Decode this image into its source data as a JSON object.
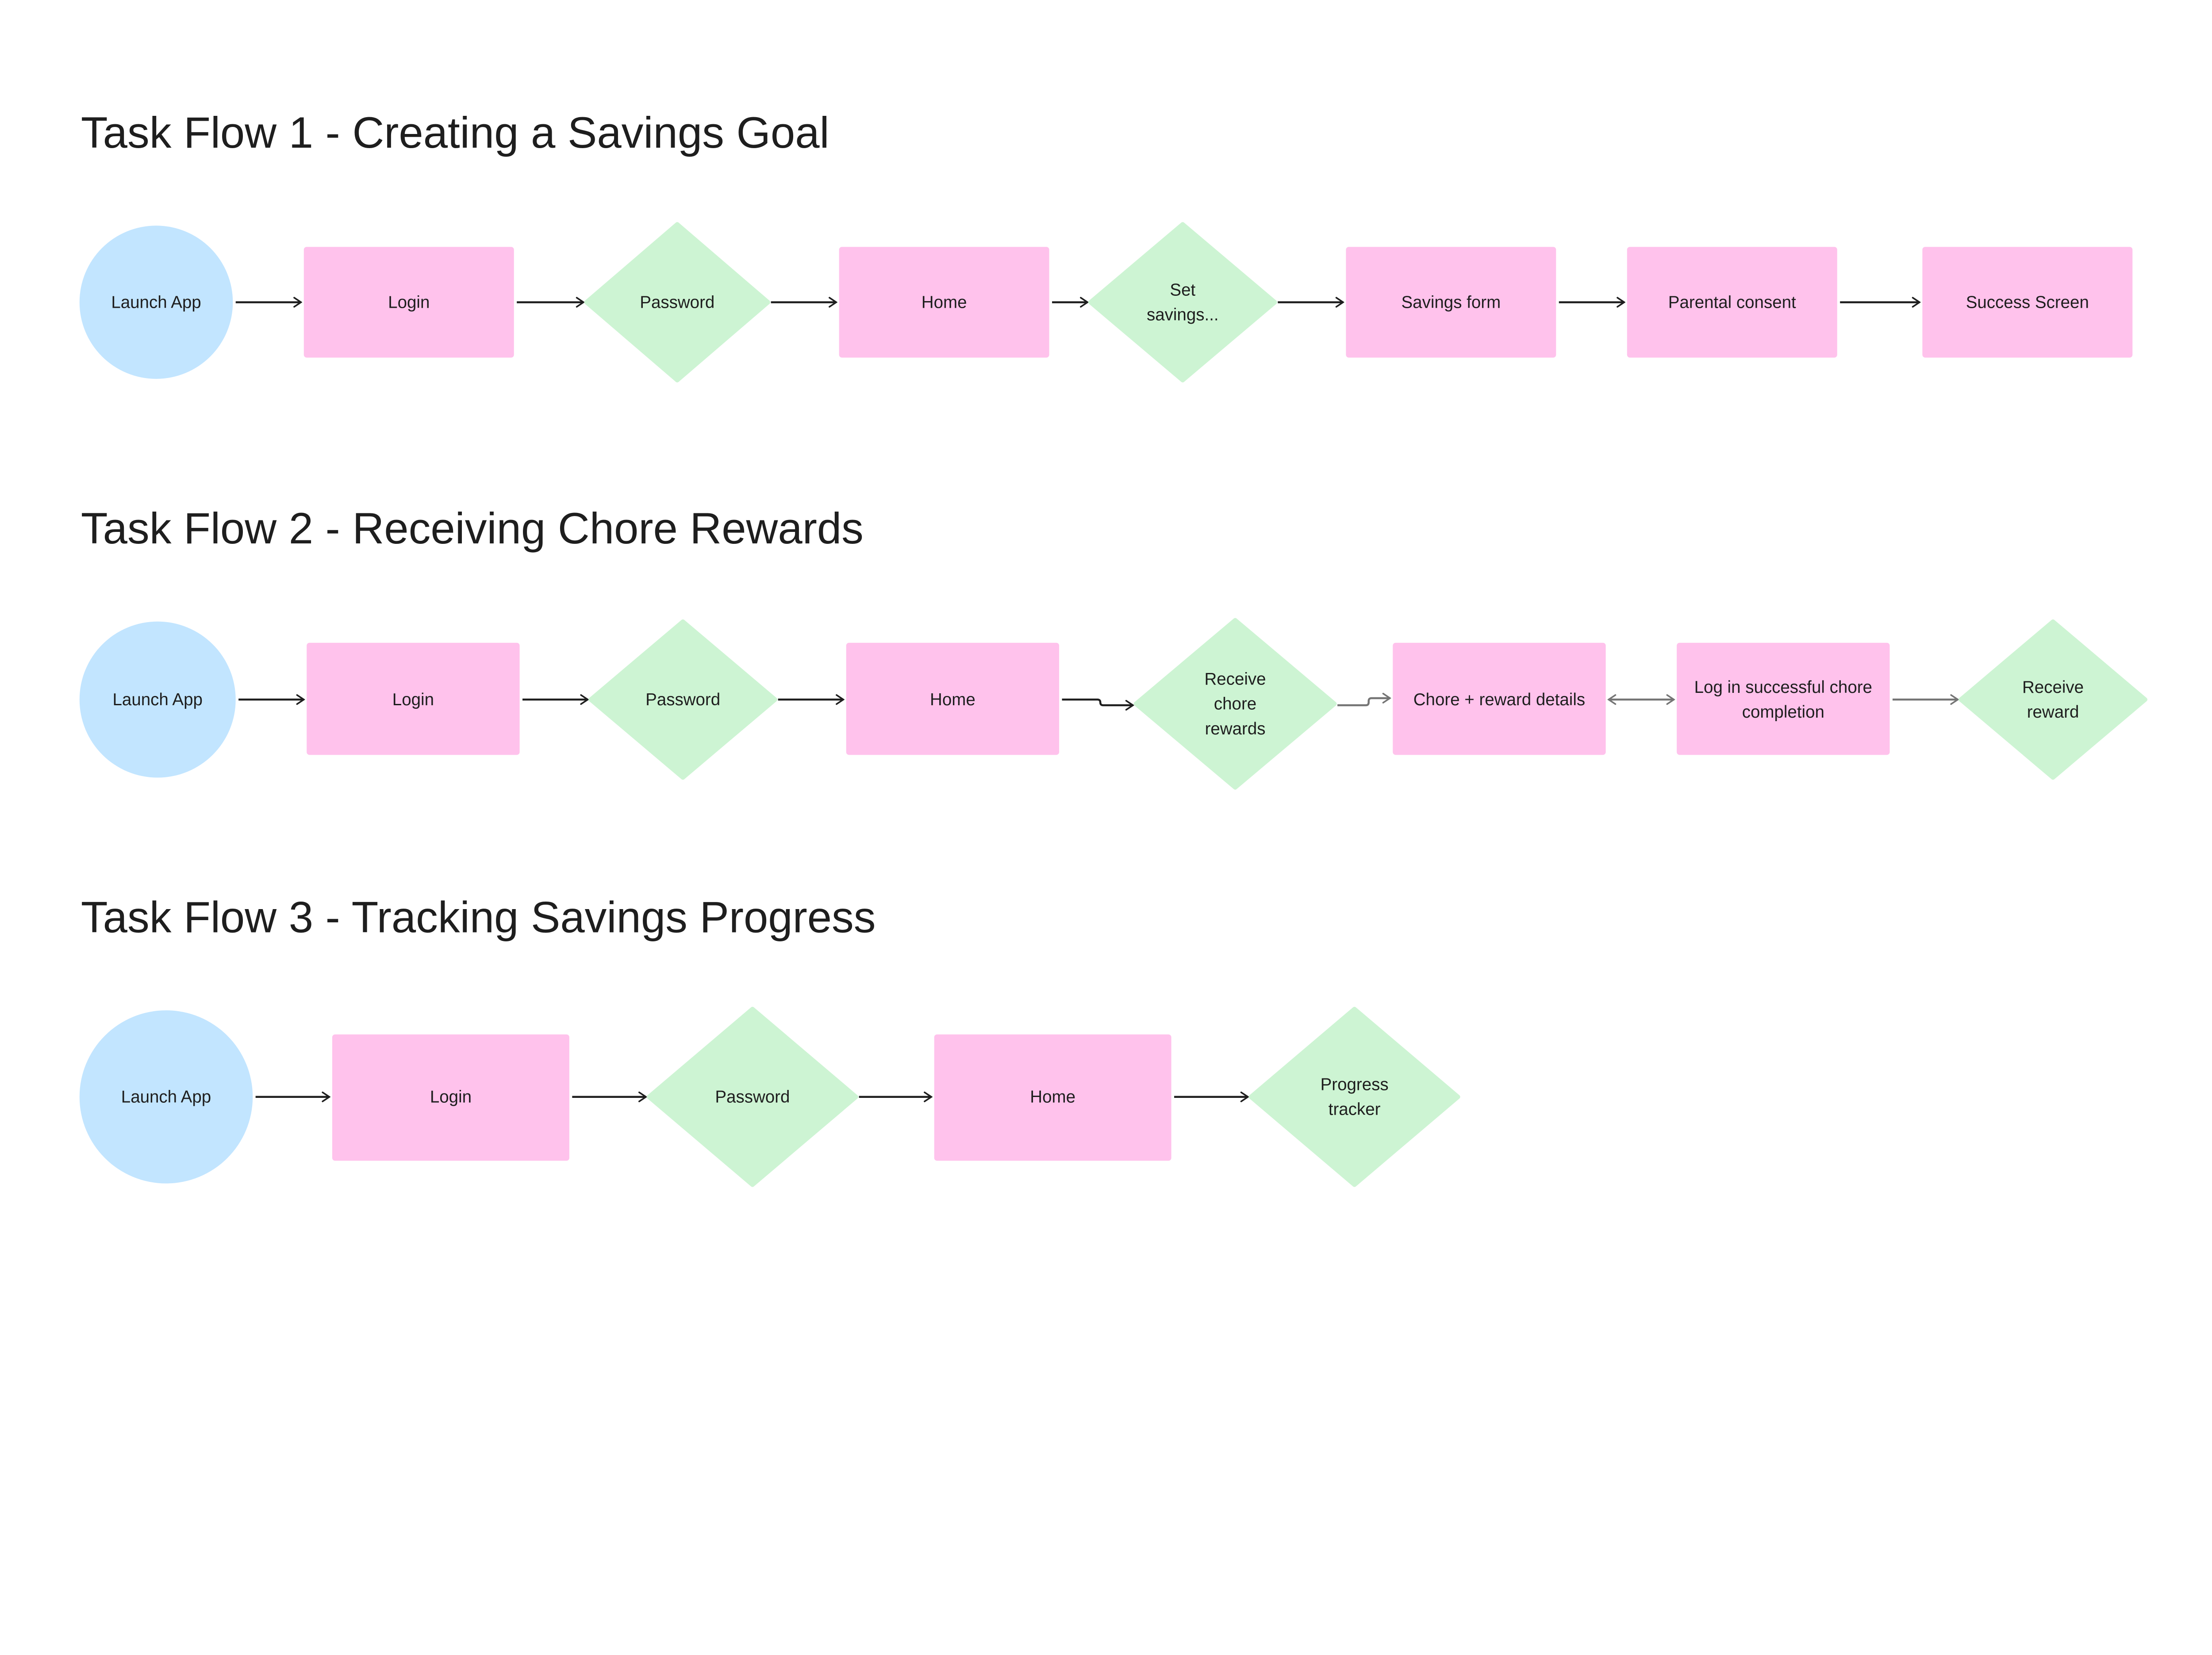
{
  "colors": {
    "start": "#C2E5FF",
    "process": "#FFC2EC",
    "decision": "#CDF4D3",
    "text": "#1E1E1E",
    "connector": "#1E1E1E",
    "connector_muted": "#757575"
  },
  "flows": [
    {
      "title": "Task Flow 1 - Creating a Savings Goal",
      "nodes": [
        {
          "shape": "circle",
          "lines": [
            "Launch App"
          ]
        },
        {
          "shape": "rectangle",
          "lines": [
            "Login"
          ]
        },
        {
          "shape": "diamond",
          "lines": [
            "Password"
          ]
        },
        {
          "shape": "rectangle",
          "lines": [
            "Home"
          ]
        },
        {
          "shape": "diamond",
          "lines": [
            "Set",
            "savings..."
          ]
        },
        {
          "shape": "rectangle",
          "lines": [
            "Savings form"
          ]
        },
        {
          "shape": "rectangle",
          "lines": [
            "Parental consent"
          ]
        },
        {
          "shape": "rectangle",
          "lines": [
            "Success Screen"
          ]
        }
      ]
    },
    {
      "title": "Task Flow 2 - Receiving Chore Rewards",
      "nodes": [
        {
          "shape": "circle",
          "lines": [
            "Launch App"
          ]
        },
        {
          "shape": "rectangle",
          "lines": [
            "Login"
          ]
        },
        {
          "shape": "diamond",
          "lines": [
            "Password"
          ]
        },
        {
          "shape": "rectangle",
          "lines": [
            "Home"
          ]
        },
        {
          "shape": "diamond",
          "lines": [
            "Receive",
            "chore",
            "rewards"
          ]
        },
        {
          "shape": "rectangle",
          "lines": [
            "Chore + reward details"
          ]
        },
        {
          "shape": "rectangle",
          "lines": [
            "Log in successful chore",
            "completion"
          ]
        },
        {
          "shape": "diamond",
          "lines": [
            "Receive",
            "reward"
          ]
        }
      ]
    },
    {
      "title": "Task Flow 3 - Tracking Savings Progress",
      "nodes": [
        {
          "shape": "circle",
          "lines": [
            "Launch App"
          ]
        },
        {
          "shape": "rectangle",
          "lines": [
            "Login"
          ]
        },
        {
          "shape": "diamond",
          "lines": [
            "Password"
          ]
        },
        {
          "shape": "rectangle",
          "lines": [
            "Home"
          ]
        },
        {
          "shape": "diamond",
          "lines": [
            "Progress",
            "tracker"
          ]
        }
      ]
    }
  ]
}
